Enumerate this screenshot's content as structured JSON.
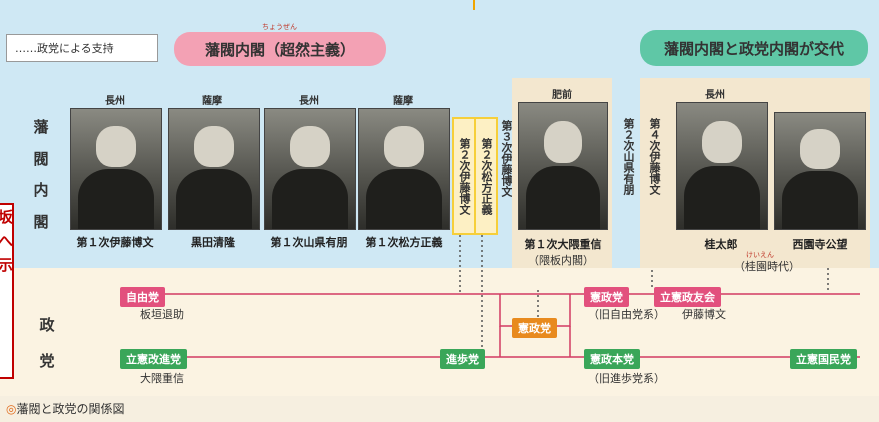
{
  "legend": {
    "label": "……政党による支持"
  },
  "banners": {
    "left": {
      "title": "藩閥内閣（超然主義）",
      "ruby": "ちょうぜん"
    },
    "right": {
      "title": "藩閥内閣と政党内閣が交代"
    }
  },
  "side_labels": {
    "top": [
      "藩",
      "閥",
      "内",
      "閣"
    ],
    "bottom": [
      "政",
      "党"
    ]
  },
  "cabinets": [
    {
      "region": "長州",
      "name": "第１次伊藤博文"
    },
    {
      "region": "薩摩",
      "name": "黒田清隆"
    },
    {
      "region": "長州",
      "name": "第１次山県有朋"
    },
    {
      "region": "薩摩",
      "name": "第１次松方正義"
    },
    {
      "region": "肥前",
      "name": "第１次大隈重信",
      "note": "（隈板内閣）"
    },
    {
      "region": "長州",
      "name": "桂太郎"
    },
    {
      "region": "",
      "name": "西園寺公望",
      "note": "（桂園時代）",
      "note_ruby": "けいえん"
    }
  ],
  "vertical_cabinets": {
    "ito2": "第２次伊藤博文",
    "matsukata2": "第２次松方正義",
    "ito3": "第３次伊藤博文",
    "yamagata2": "第２次山県有朋",
    "ito4": "第４次伊藤博文"
  },
  "parties": {
    "jiyuto": {
      "name": "自由党",
      "leader": "板垣退助"
    },
    "kaishinto": {
      "name": "立憲改進党",
      "leader": "大隈重信"
    },
    "shimpoto": {
      "name": "進歩党"
    },
    "kenseito": {
      "name": "憲政党"
    },
    "kenseito_old_jiyu": {
      "name": "憲政党",
      "note": "（旧自由党系）"
    },
    "seiyukai": {
      "name": "立憲政友会",
      "leader": "伊藤博文"
    },
    "kensei_honto": {
      "name": "憲政本党",
      "note": "（旧進歩党系）"
    },
    "kokuminto": {
      "name": "立憲国民党"
    }
  },
  "caption": "藩閥と政党の関係図",
  "overlay_text": [
    "坂",
    "へ",
    "示"
  ],
  "colors": {
    "top_band": "#cfe8f4",
    "bottom_band": "#fbf3e2",
    "party_line": "#d23b63",
    "accent": "#f0a500",
    "highlight": "#f6cf3a"
  }
}
